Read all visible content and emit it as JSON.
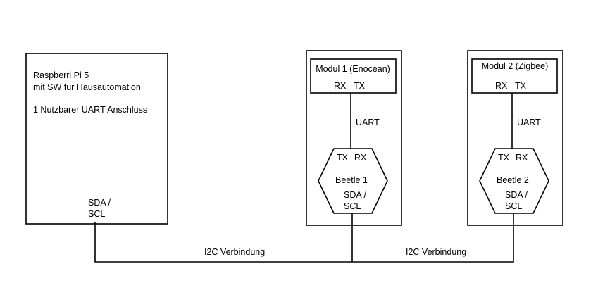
{
  "raspberry_pi": {
    "line1": "Raspberri Pi 5",
    "line2": "mit SW für Hausautomation",
    "line3": "1 Nutzbarer UART Anschluss",
    "sda_label": "SDA /",
    "scl_label": "SCL"
  },
  "module1": {
    "title": "Modul 1 (Enocean)",
    "rx": "RX",
    "tx": "TX",
    "uart_label": "UART",
    "beetle": {
      "tx": "TX",
      "rx": "RX",
      "name": "Beetle 1",
      "sda_label": "SDA /",
      "scl_label": "SCL"
    }
  },
  "module2": {
    "title": "Modul 2 (Zigbee)",
    "rx": "RX",
    "tx": "TX",
    "uart_label": "UART",
    "beetle": {
      "tx": "TX",
      "rx": "RX",
      "name": "Beetle 2",
      "sda_label": "SDA /",
      "scl_label": "SCL"
    }
  },
  "bus": {
    "label_left": "I2C Verbindung",
    "label_right": "I2C Verbindung"
  }
}
